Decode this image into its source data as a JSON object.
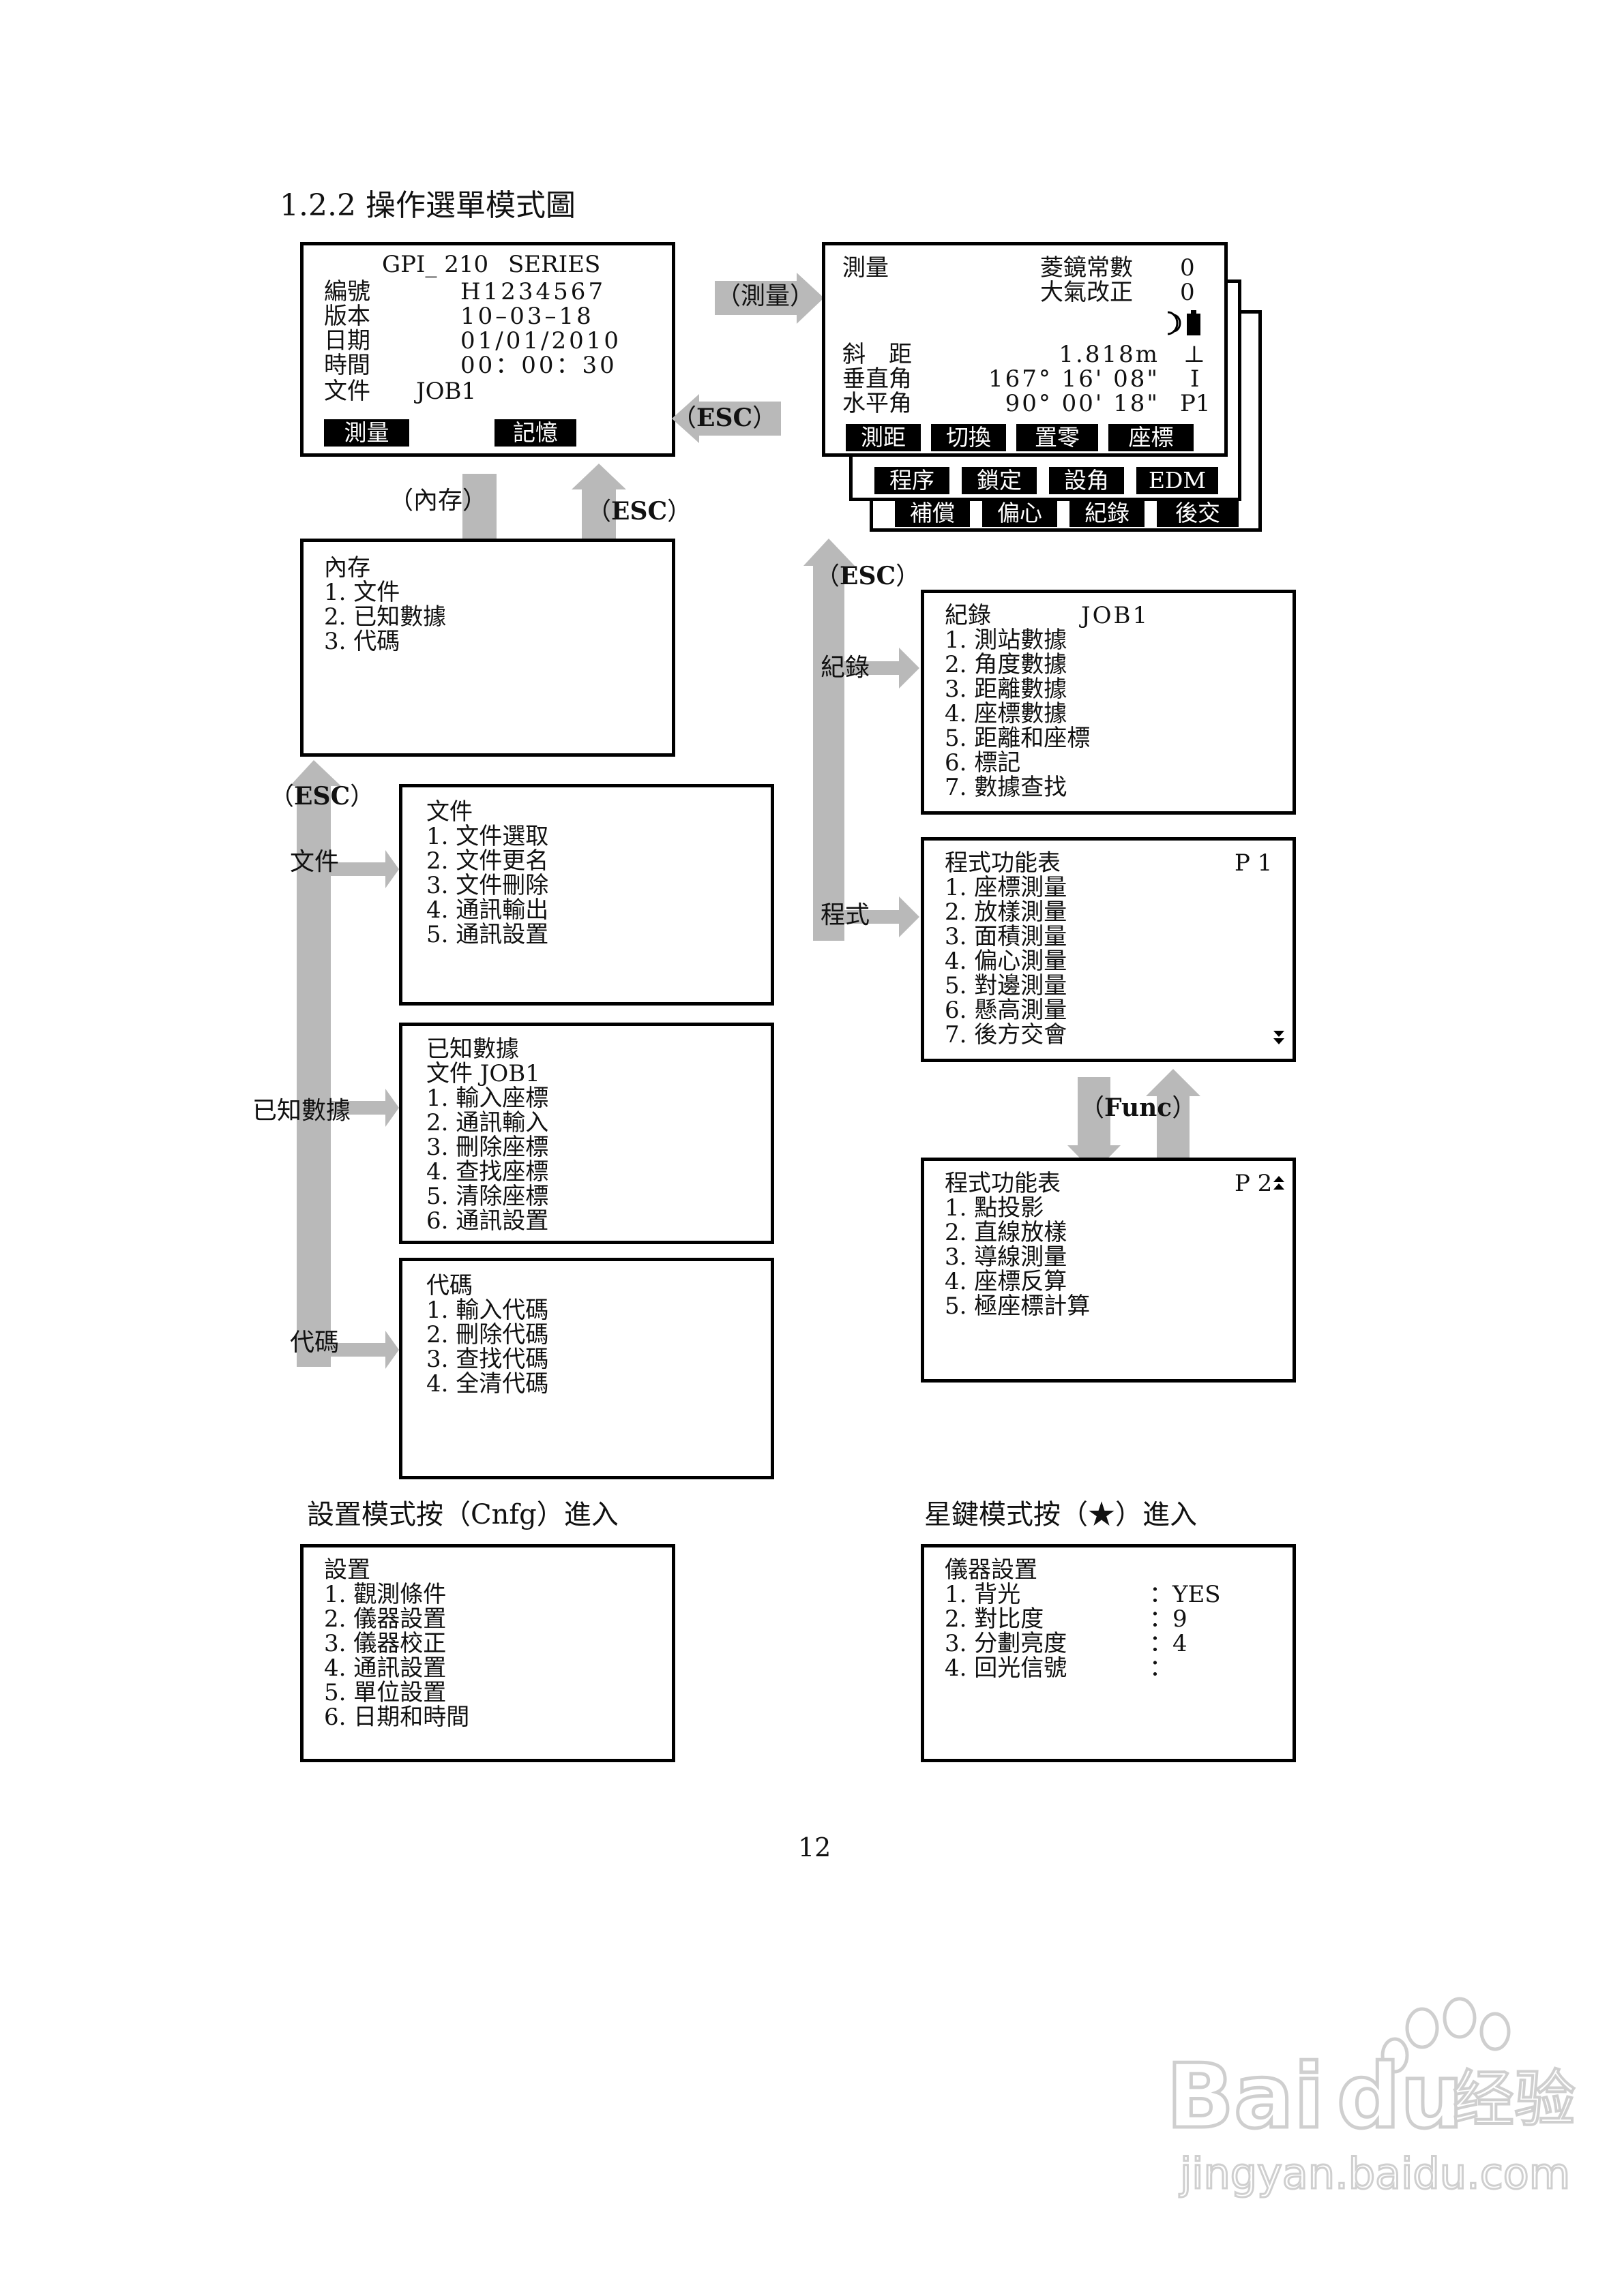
{
  "page": {
    "section_title": "1.2.2 操作選單模式圖",
    "page_number": "12",
    "watermark": {
      "brand": "Baidu经验",
      "url": "jingyan.baidu.com"
    }
  },
  "arrows": {
    "measure_label": "測量",
    "esc_main": "ESC",
    "memory_label": "內存",
    "esc_memory": "ESC",
    "esc_files": "ESC",
    "file_label": "文件",
    "known_label": "已知數據",
    "code_label": "代碼",
    "esc_record": "ESC",
    "record_label": "紀錄",
    "program_label": "程式",
    "func_label": "Func"
  },
  "screens": {
    "main": {
      "model": "GPI_ 210",
      "series": "SERIES",
      "rows": [
        {
          "label": "編號",
          "value": "H1234567"
        },
        {
          "label": "版本",
          "value": "10–03–18"
        },
        {
          "label": "日期",
          "value": "01/01/2010"
        },
        {
          "label": "時間",
          "value": "00：00：30"
        }
      ],
      "file_label": "文件",
      "file_value": "JOB1",
      "softkeys": [
        "測量",
        "記憶"
      ]
    },
    "measure": {
      "title": "測量",
      "prism_label": "菱鏡常數",
      "prism_value": "0",
      "atmos_label": "大氣改正",
      "atmos_value": "0",
      "rows": [
        {
          "label": "斜　距",
          "value": "1.818m",
          "tail": "⊥"
        },
        {
          "label": "垂直角",
          "value": "167° 16' 08\"",
          "tail": "I"
        },
        {
          "label": "水平角",
          "value": "90° 00' 18\"",
          "tail": "P1"
        }
      ],
      "softkeys_p1": [
        "測距",
        "切換",
        "置零",
        "座標"
      ],
      "softkeys_p2": [
        "程序",
        "鎖定",
        "設角",
        "EDM"
      ],
      "softkeys_p3": [
        "補償",
        "偏心",
        "紀錄",
        "後交"
      ]
    },
    "memory": {
      "title": "內存",
      "items": [
        "1. 文件",
        "2. 已知數據",
        "3. 代碼"
      ]
    },
    "file": {
      "title": "文件",
      "items": [
        "1. 文件選取",
        "2. 文件更名",
        "3. 文件刪除",
        "4. 通訊輸出",
        "5. 通訊設置"
      ]
    },
    "known": {
      "title": "已知數據",
      "subtitle": "文件 JOB1",
      "items": [
        "1. 輸入座標",
        "2. 通訊輸入",
        "3. 刪除座標",
        "4. 查找座標",
        "5. 清除座標",
        "6. 通訊設置"
      ]
    },
    "code": {
      "title": "代碼",
      "items": [
        "1. 輸入代碼",
        "2. 刪除代碼",
        "3. 查找代碼",
        "4. 全清代碼"
      ]
    },
    "record": {
      "title": "紀錄",
      "job": "JOB1",
      "items": [
        "1. 測站數據",
        "2. 角度數據",
        "3. 距離數據",
        "4. 座標數據",
        "5. 距離和座標",
        "6. 標記",
        "7. 數據查找"
      ]
    },
    "program1": {
      "title": "程式功能表",
      "page": "P 1",
      "items": [
        "1. 座標測量",
        "2. 放樣測量",
        "3. 面積測量",
        "4. 偏心測量",
        "5. 對邊測量",
        "6. 懸高測量",
        "7. 後方交會"
      ]
    },
    "program2": {
      "title": "程式功能表",
      "page": "P 2",
      "items": [
        "1. 點投影",
        "2. 直線放樣",
        "3. 導線測量",
        "4. 座標反算",
        "5. 極座標計算"
      ]
    },
    "config": {
      "caption": "設置模式按（Cnfg）進入",
      "title": "設置",
      "items": [
        "1. 觀測條件",
        "2. 儀器設置",
        "3. 儀器校正",
        "4. 通訊設置",
        "5. 單位設置",
        "6. 日期和時間"
      ]
    },
    "star": {
      "caption": "星鍵模式按（★）進入",
      "title": "儀器設置",
      "rows": [
        {
          "label": "1. 背光",
          "value": "：YES"
        },
        {
          "label": "2. 對比度",
          "value": "：9"
        },
        {
          "label": "3. 分劃亮度",
          "value": "：4"
        },
        {
          "label": "4. 回光信號",
          "value": "："
        }
      ]
    }
  }
}
